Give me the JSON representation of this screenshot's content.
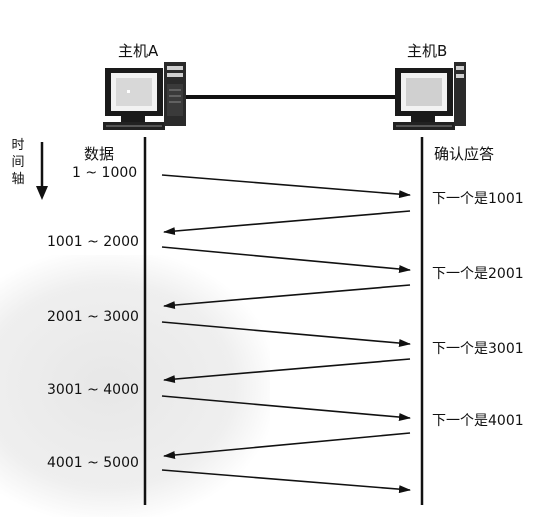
{
  "hosts": {
    "a_label": "主机A",
    "b_label": "主机B"
  },
  "time_axis": [
    "时",
    "间",
    "轴"
  ],
  "columns": {
    "data_label": "数据",
    "ack_label": "确认应答"
  },
  "segments": [
    "1 ~ 1000",
    "1001 ~ 2000",
    "2001 ~ 3000",
    "3001 ~ 4000",
    "4001 ~ 5000"
  ],
  "acks": [
    "下一个是1001",
    "下一个是2001",
    "下一个是3001",
    "下一个是4001"
  ],
  "icons": [
    "computer-icon",
    "time-arrow-icon"
  ]
}
